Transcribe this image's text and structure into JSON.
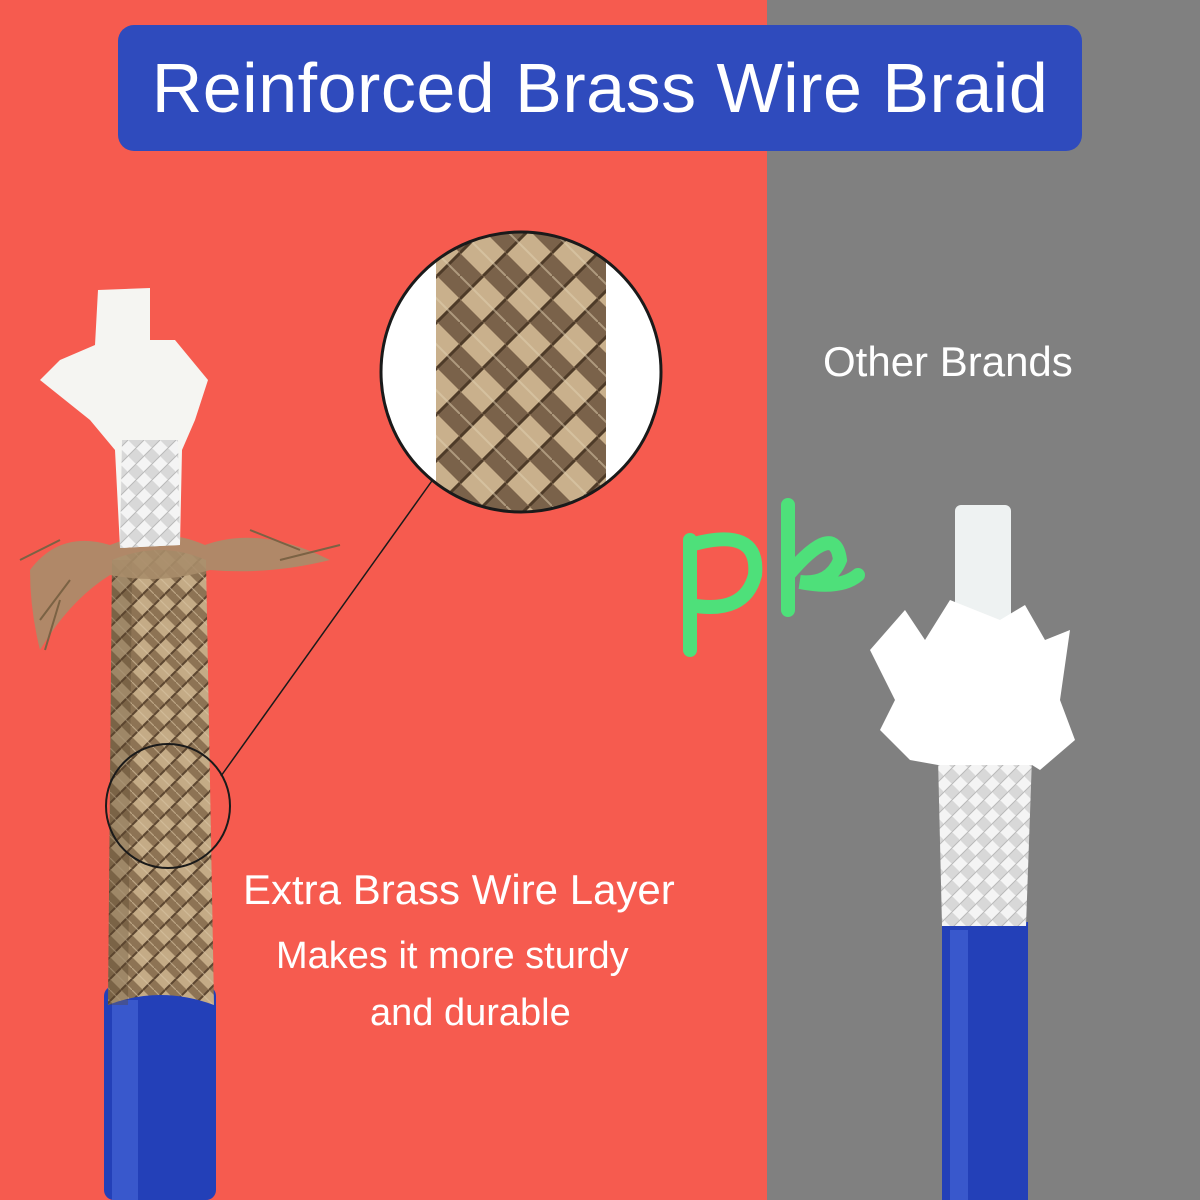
{
  "title": "Reinforced Brass Wire Braid",
  "comparison": {
    "other_label": "Other Brands",
    "feature_label": "Extra Brass Wire Layer",
    "feature_desc_line1": "Makes it more sturdy",
    "feature_desc_line2": "and durable"
  },
  "watermark": "pk",
  "colors": {
    "left_bg": "#f65b4f",
    "right_bg": "#808080",
    "banner": "#2f4bbd",
    "hose_blue": "#2340b8",
    "brass": "#a88d6a",
    "watermark": "#4ee07a"
  },
  "icons": [
    "brass-braid-hose-icon",
    "plain-hose-icon",
    "magnifier-circle-icon"
  ]
}
